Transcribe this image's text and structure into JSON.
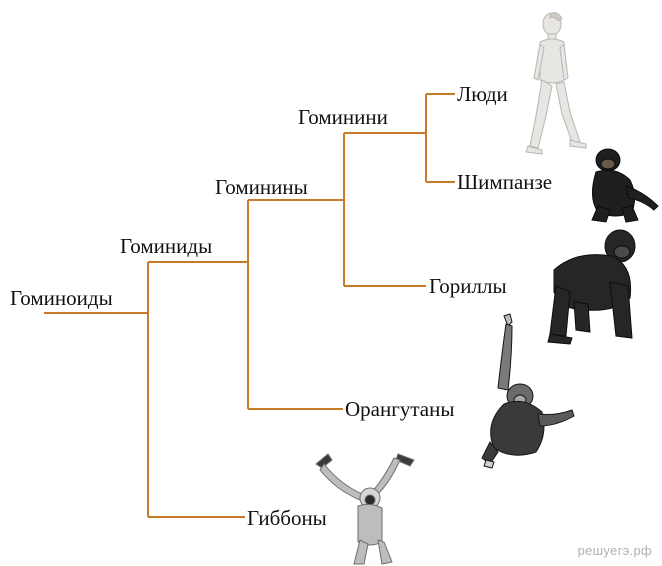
{
  "tree": {
    "line_color": "#c87a2a",
    "nodes": {
      "root": "Гоминоиды",
      "hominidae": "Гоминиды",
      "homininae": "Гоминины",
      "hominini": "Гоминини"
    },
    "leaves": {
      "humans": "Люди",
      "chimpanzees": "Шимпанзе",
      "gorillas": "Гориллы",
      "orangutans": "Орангутаны",
      "gibbons": "Гиббоны"
    }
  },
  "illustrations": {
    "human": "human-figure",
    "chimpanzee": "chimpanzee-figure",
    "gorilla": "gorilla-figure",
    "orangutan": "orangutan-figure",
    "gibbon": "gibbon-figure"
  },
  "watermark": "решуегэ.рф"
}
